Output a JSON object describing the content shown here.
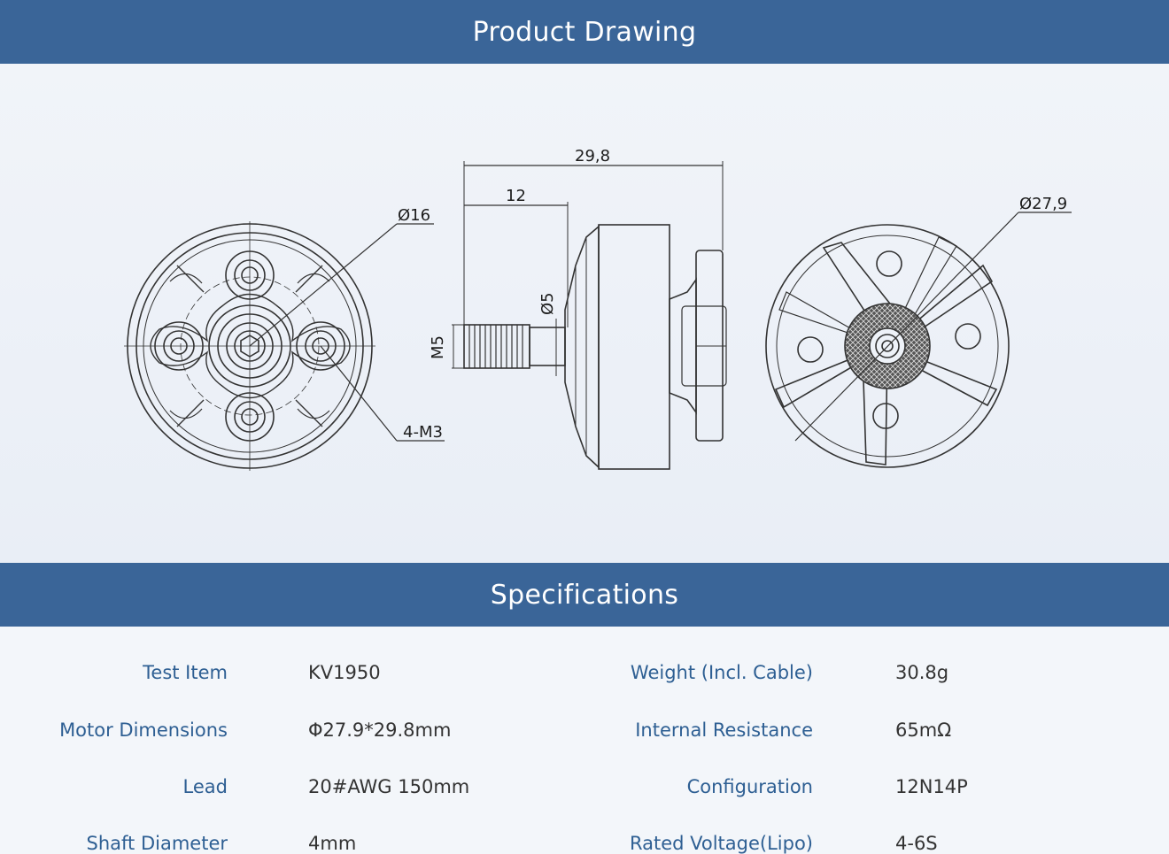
{
  "sections": {
    "drawing_title": "Product Drawing",
    "specs_title": "Specifications"
  },
  "drawing": {
    "dim_overall_length": "29,8",
    "dim_shaft_length": "12",
    "dim_front_diameter": "Ø16",
    "dim_shaft_diameter": "Ø5",
    "dim_thread": "M5",
    "dim_mount_holes": "4-M3",
    "dim_bell_diameter": "Ø27,9"
  },
  "specs": {
    "rows": [
      {
        "label_left": "Test Item",
        "value_left": "KV1950",
        "label_right": "Weight (Incl. Cable)",
        "value_right": "30.8g"
      },
      {
        "label_left": "Motor Dimensions",
        "value_left": "Φ27.9*29.8mm",
        "label_right": "Internal Resistance",
        "value_right": "65mΩ"
      },
      {
        "label_left": "Lead",
        "value_left": "20#AWG 150mm",
        "label_right": "Configuration",
        "value_right": "12N14P"
      },
      {
        "label_left": "Shaft Diameter",
        "value_left": "4mm",
        "label_right": "Rated Voltage(Lipo)",
        "value_right": "4-6S"
      }
    ]
  },
  "colors": {
    "band": "#3a6598",
    "label": "#2e5f93",
    "value": "#333333"
  }
}
